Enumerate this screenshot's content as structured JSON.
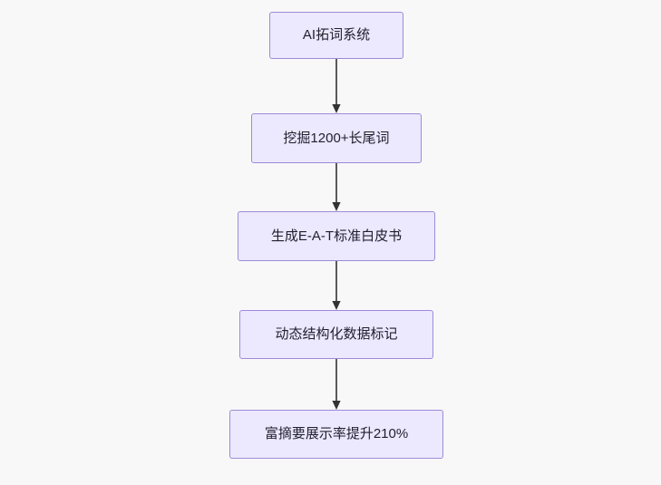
{
  "diagram": {
    "type": "flowchart",
    "direction": "top-to-bottom",
    "background_color": "#f8f8f8",
    "node_fill_color": "#ece8fd",
    "node_border_color": "#9d8bd8",
    "edge_color": "#333333",
    "nodes": [
      {
        "id": "n1",
        "label": "AI拓词系统"
      },
      {
        "id": "n2",
        "label": "挖掘1200+长尾词"
      },
      {
        "id": "n3",
        "label": "生成E-A-T标准白皮书"
      },
      {
        "id": "n4",
        "label": "动态结构化数据标记"
      },
      {
        "id": "n5",
        "label": "富摘要展示率提升210%"
      }
    ],
    "edges": [
      {
        "from": "n1",
        "to": "n2"
      },
      {
        "from": "n2",
        "to": "n3"
      },
      {
        "from": "n3",
        "to": "n4"
      },
      {
        "from": "n4",
        "to": "n5"
      }
    ]
  }
}
